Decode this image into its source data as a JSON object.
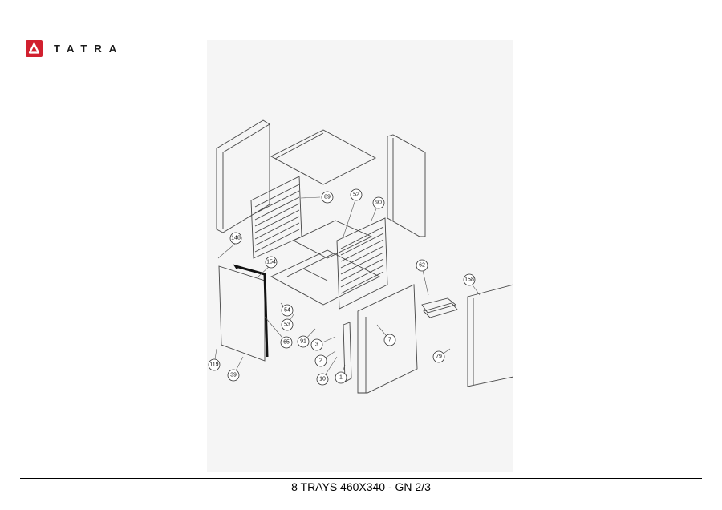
{
  "brand": {
    "name": "TATRA",
    "color": "#d1202f",
    "icon": "triangle-logo-icon"
  },
  "diagram": {
    "callouts": [
      "148",
      "154",
      "89",
      "52",
      "90",
      "62",
      "158",
      "54",
      "53",
      "65",
      "91",
      "3",
      "2",
      "10",
      "1",
      "7",
      "79",
      "119",
      "39"
    ]
  },
  "footer": {
    "title": "8 TRAYS 460X340 - GN 2/3"
  }
}
